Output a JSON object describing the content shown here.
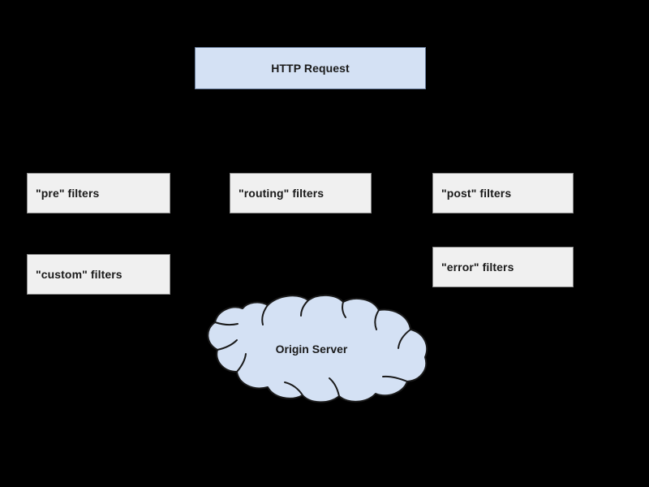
{
  "diagram": {
    "background_color": "#000000",
    "title_node": {
      "label": "HTTP Request",
      "fill": "#d4e1f4",
      "stroke": "#6b7f9e"
    },
    "filter_nodes": [
      {
        "id": "pre",
        "label": "\"pre\" filters",
        "fill": "#f0f0f0",
        "stroke": "#8a8a8a"
      },
      {
        "id": "routing",
        "label": "\"routing\" filters",
        "fill": "#f0f0f0",
        "stroke": "#8a8a8a"
      },
      {
        "id": "post",
        "label": "\"post\" filters",
        "fill": "#f0f0f0",
        "stroke": "#8a8a8a"
      },
      {
        "id": "custom",
        "label": "\"custom\" filters",
        "fill": "#f0f0f0",
        "stroke": "#8a8a8a"
      },
      {
        "id": "error",
        "label": "\"error\" filters",
        "fill": "#f0f0f0",
        "stroke": "#8a8a8a"
      }
    ],
    "cloud_node": {
      "label": "Origin Server",
      "fill": "#d4e1f4",
      "stroke": "#1a1a1a"
    }
  }
}
